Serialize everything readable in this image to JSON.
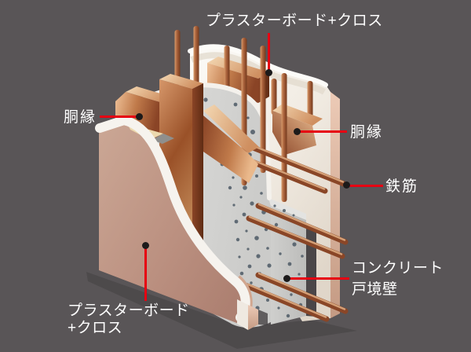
{
  "scene": {
    "background_color": "#595557",
    "description": "Isometric cutaway diagram of a concrete partition wall assembly"
  },
  "colors": {
    "leader_line": "#e60012",
    "leader_dot": "#1c1a1a",
    "label_text": "#ffffff",
    "concrete": "#d6d6d4",
    "copper_rebar": "#a05a30",
    "furring_wood": "#c07a4a",
    "plasterboard_face": "#c09684",
    "plasterboard_edge": "#f6f3ee"
  },
  "labels": {
    "board_top": "プラスターボード+クロス",
    "furring_left": "胴縁",
    "furring_right": "胴縁",
    "rebar": "鉄筋",
    "concrete_line1": "コンクリート",
    "concrete_line2": "戸境壁",
    "board_bottom_line1": "プラスターボード",
    "board_bottom_line2": "+クロス"
  }
}
